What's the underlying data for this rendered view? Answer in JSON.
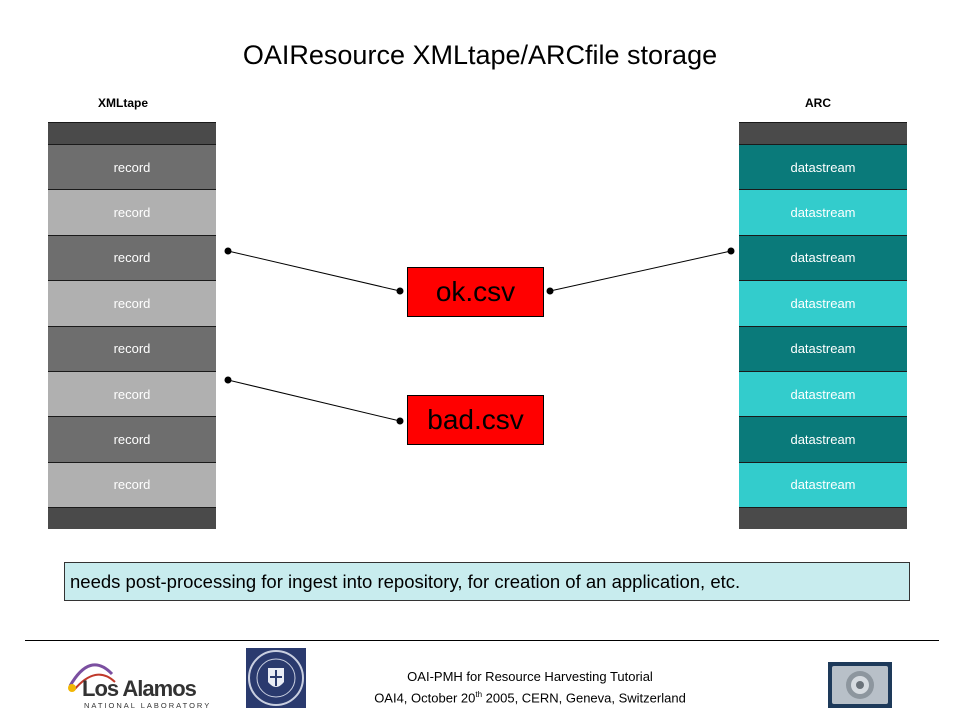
{
  "title": "OAIResource XMLtape/ARCfile storage",
  "left_column": {
    "label": "XMLtape",
    "items": [
      "record",
      "record",
      "record",
      "record",
      "record",
      "record",
      "record",
      "record"
    ]
  },
  "right_column": {
    "label": "ARC",
    "items": [
      "datastream",
      "datastream",
      "datastream",
      "datastream",
      "datastream",
      "datastream",
      "datastream",
      "datastream"
    ]
  },
  "colors": {
    "record_dark": "#6e6e6e",
    "record_light": "#b0b0b0",
    "datastream_dark": "#0a7a7a",
    "datastream_light": "#33cccc",
    "cap": "#4a4a4a",
    "csv_box": "#ff0000",
    "note_box": "#c8ecee"
  },
  "boxes": {
    "ok": "ok.csv",
    "bad": "bad.csv"
  },
  "note": "needs post-processing for ingest into repository, for creation of an application, etc.",
  "footer": {
    "line1": "OAI-PMH for Resource Harvesting Tutorial",
    "line2_pre": "OAI4, October 20",
    "line2_sup": "th",
    "line2_post": " 2005, CERN, Geneva, Switzerland"
  },
  "logos": {
    "lanl_main": "Los Alamos",
    "lanl_sub": "NATIONAL LABORATORY"
  },
  "icons": [
    "lanl-logo",
    "university-seal-icon",
    "camera-lens-icon"
  ]
}
